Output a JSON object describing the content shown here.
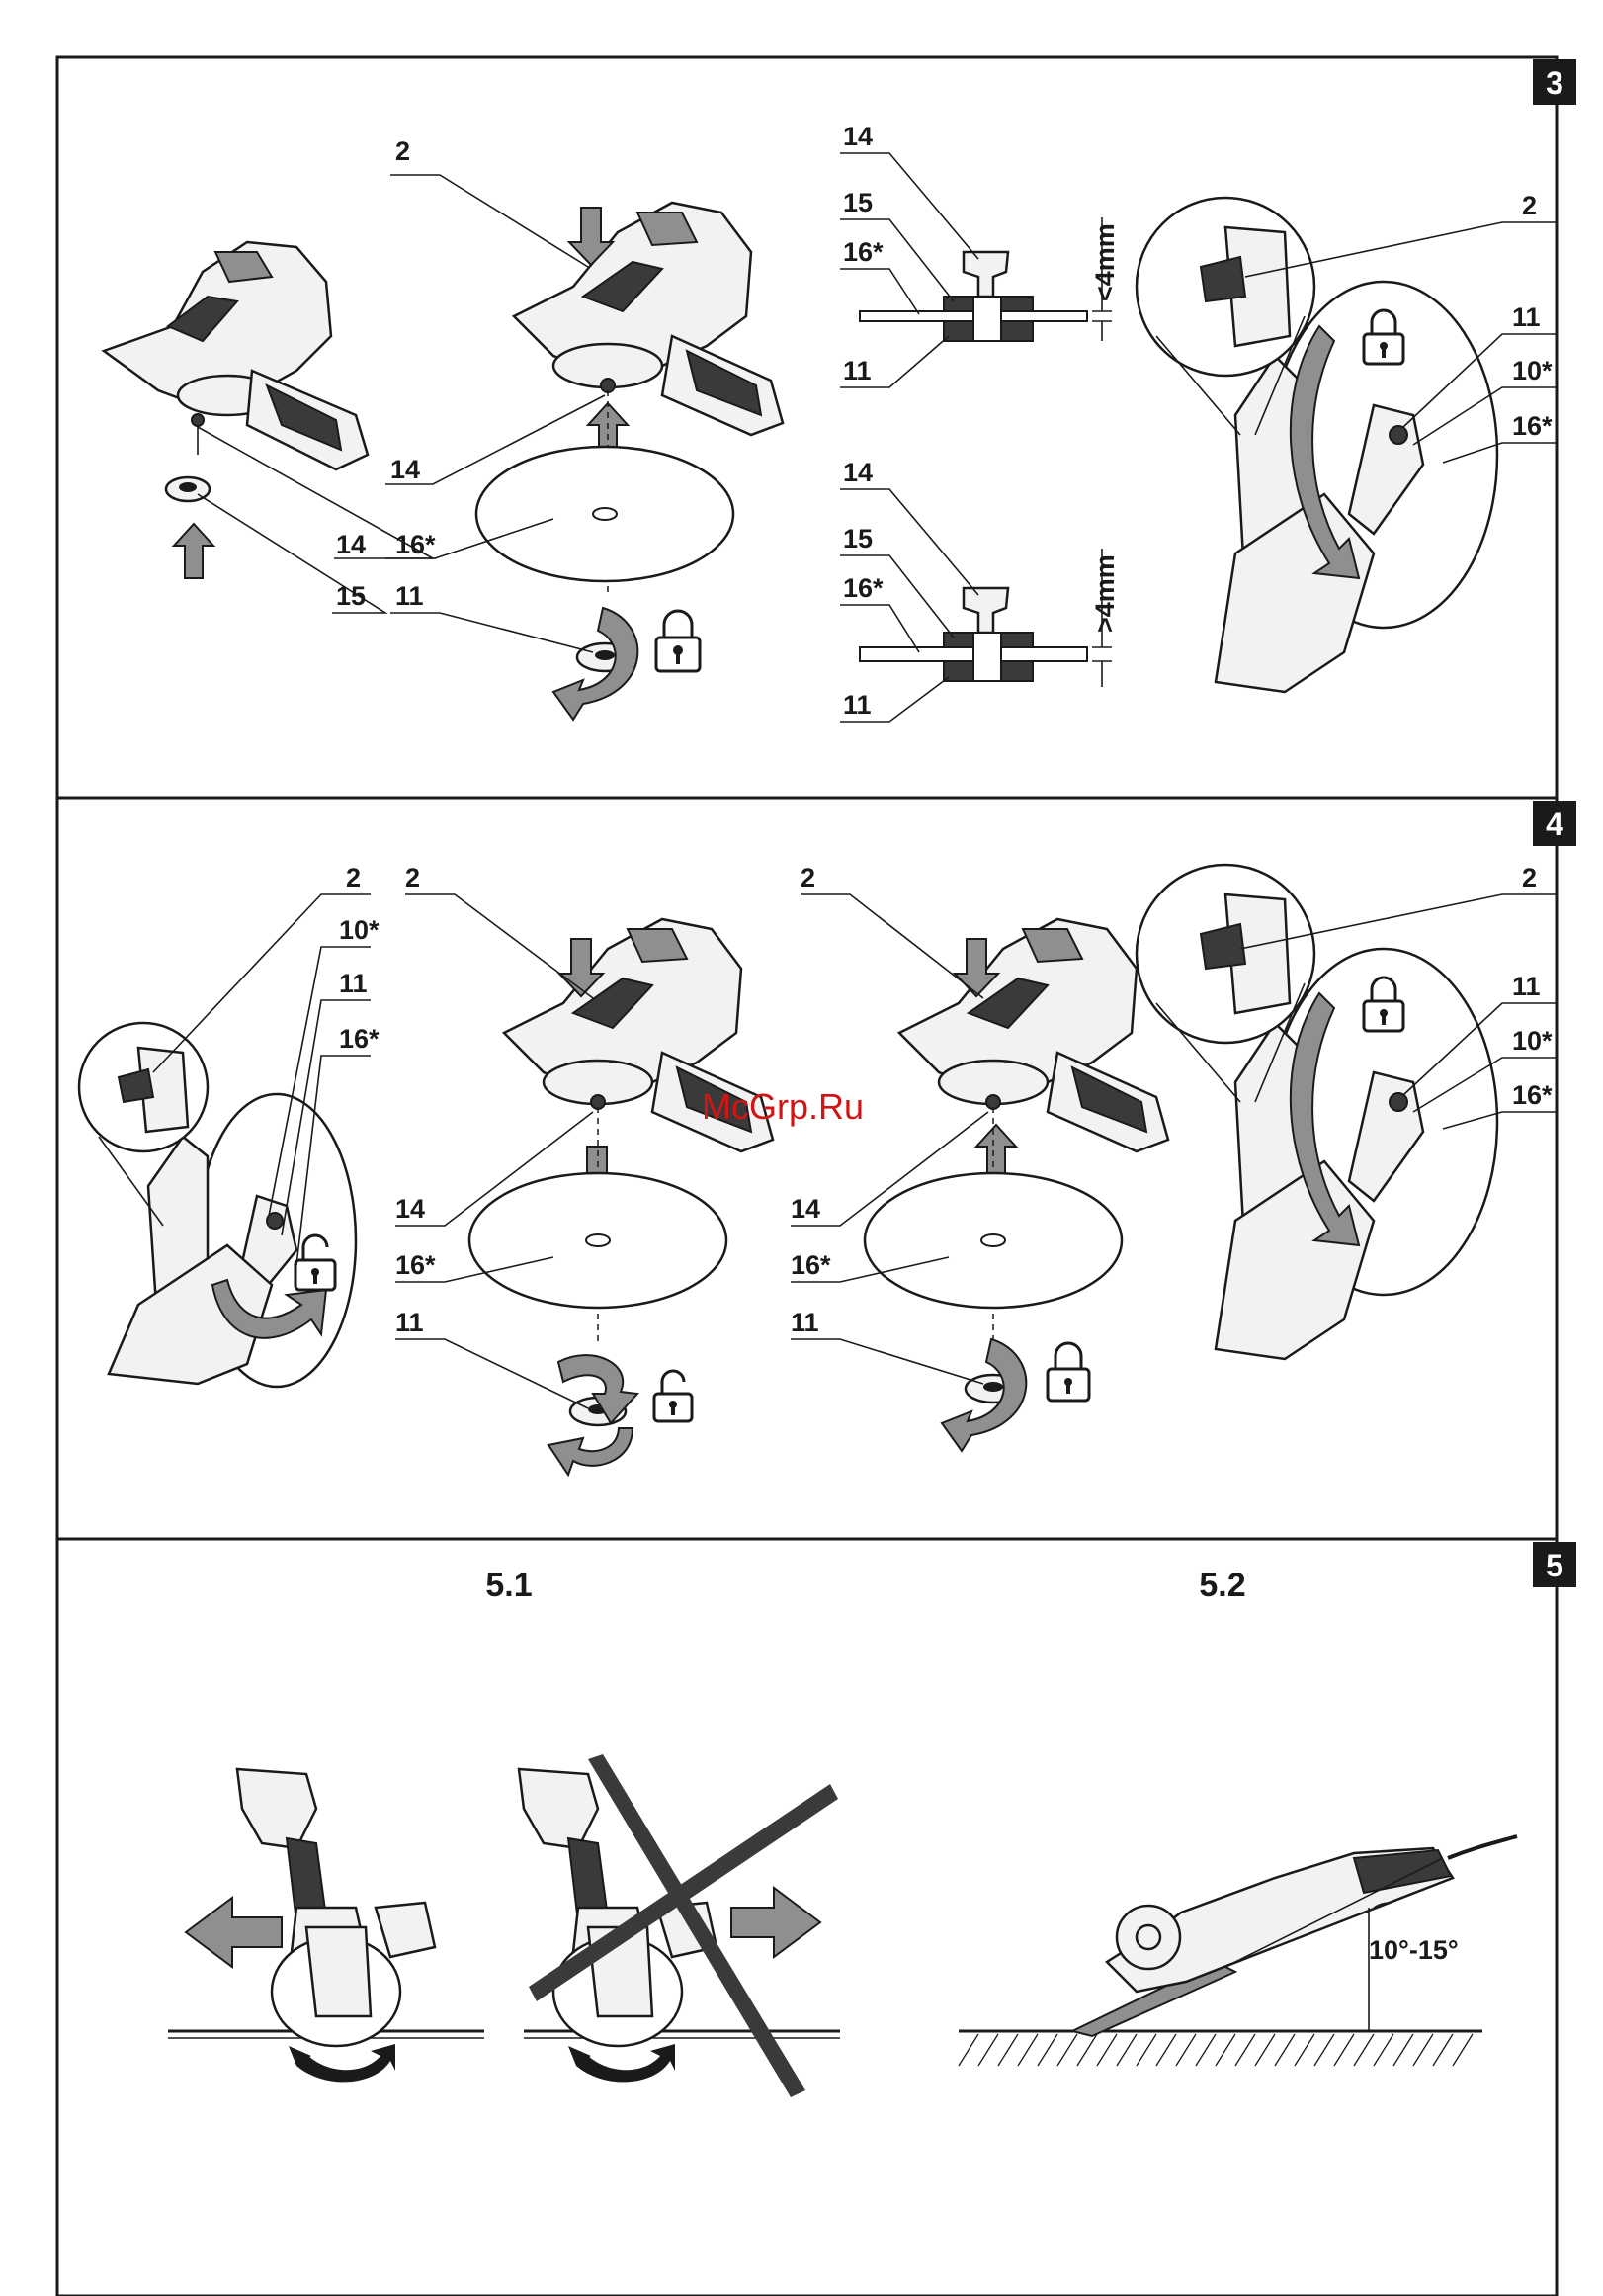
{
  "panels": [
    {
      "number": "3"
    },
    {
      "number": "4"
    },
    {
      "number": "5"
    }
  ],
  "fig3": {
    "labels": [
      "2",
      "14",
      "16*",
      "15",
      "11",
      "14",
      "15",
      "16*",
      "11",
      "14",
      "15",
      "16*",
      "11",
      "2",
      "11",
      "10*",
      "16*"
    ],
    "dim_small": "<4mm",
    "dim_large": ">4mm"
  },
  "fig4": {
    "labels": [
      "2",
      "10*",
      "11",
      "16*",
      "2",
      "14",
      "16*",
      "11",
      "2",
      "14",
      "16*",
      "11",
      "2",
      "11",
      "10*",
      "16*"
    ]
  },
  "fig5": {
    "sub1": "5.1",
    "sub2": "5.2",
    "angle": "10°-15°"
  },
  "watermark": "McGrp.Ru",
  "icons": [
    "lock-icon",
    "unlock-icon",
    "arrow-up-icon",
    "arrow-down-icon",
    "rotate-arrow-icon",
    "cross-icon",
    "arrow-left-icon",
    "arrow-right-icon"
  ]
}
